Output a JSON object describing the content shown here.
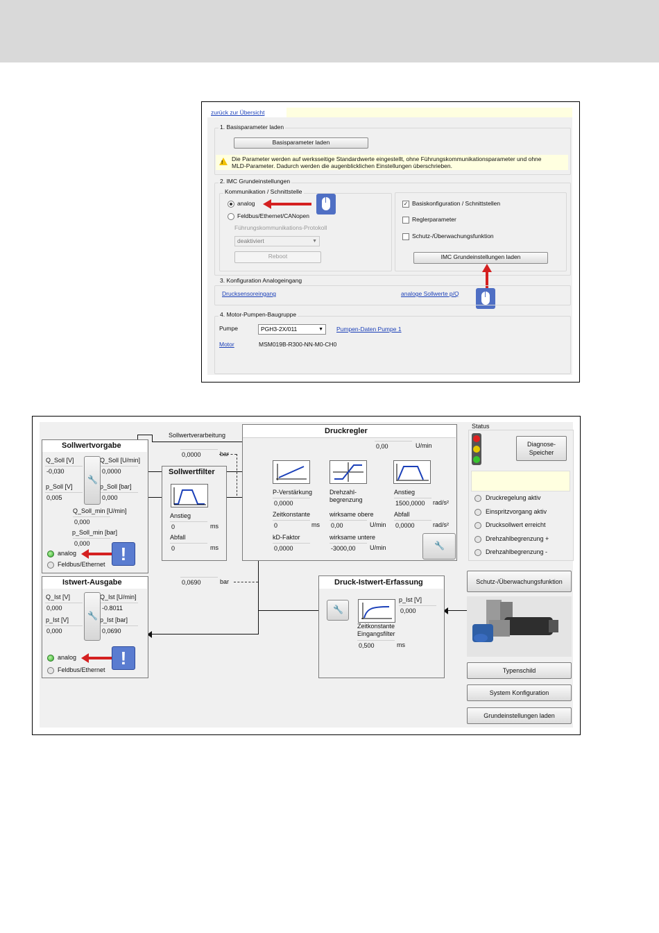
{
  "imc_settings": {
    "back_link": "zurück zur Übersicht",
    "section1": {
      "title": "1. Basisparameter laden",
      "button": "Basisparameter laden",
      "warning_line1": "Die Parameter werden auf werksseitige Standardwerte eingestellt, ohne Führungskommunikationsparameter und ohne",
      "warning_line2": "MLD-Parameter. Dadurch werden die augenblicklichen Einstellungen überschrieben."
    },
    "section2": {
      "title": "2. IMC Grundeinstellungen",
      "comm_group_title": "Kommunikation / Schnittstelle",
      "radio_analog": "analog",
      "radio_fieldbus": "Feldbus/Ethernet/CANopen",
      "protocol_label": "Führungskommunikations-Protokoll",
      "protocol_value": "deaktiviert",
      "reboot_button": "Reboot",
      "chk_basis": "Basiskonfiguration / Schnittstellen",
      "chk_regler": "Reglerparameter",
      "chk_schutz": "Schutz-/Überwachungsfunktion",
      "load_button": "IMC Grundeinstellungen laden"
    },
    "section3": {
      "title": "3.  Konfiguration Analogeingang",
      "link_left": "Drucksensoreingang",
      "link_right": "analoge Sollwerte p/Q"
    },
    "section4": {
      "title": "4. Motor-Pumpen-Baugruppe",
      "pump_label": "Pumpe",
      "pump_value": "PGH3-2X/011",
      "pump_link": "Pumpen-Daten Pumpe 1",
      "motor_link": "Motor",
      "motor_value": "MSM019B-R300-NN-M0-CH0"
    }
  },
  "control_overview": {
    "sollwertvorgabe": {
      "title": "Sollwertvorgabe",
      "q_soll_v_label": "Q_Soll [V]",
      "q_soll_v": "-0,030",
      "q_soll_u_label": "Q_Soll [U/min]",
      "q_soll_u": "0,0000",
      "p_soll_v_label": "p_Soll [V]",
      "p_soll_v": "0,005",
      "p_soll_bar_label": "p_Soll [bar]",
      "p_soll_bar": "0,000",
      "q_soll_min_label": "Q_Soll_min [U/min]",
      "q_soll_min": "0,000",
      "p_soll_min_label": "p_Soll_min [bar]",
      "p_soll_min": "0,000",
      "analog": "analog",
      "fieldbus": "Feldbus/Ethernet"
    },
    "sollwertverarbeitung": {
      "title": "Sollwertverarbeitung",
      "value": "0,0000",
      "unit": "bar"
    },
    "sollwertfilter": {
      "title": "Sollwertfilter",
      "anstieg_label": "Anstieg",
      "anstieg": "0",
      "anstieg_unit": "ms",
      "abfall_label": "Abfall",
      "abfall": "0",
      "abfall_unit": "ms"
    },
    "druckregler": {
      "title": "Druckregler",
      "speed_value": "0,00",
      "speed_unit": "U/min",
      "p_gain_label": "P-Verstärkung",
      "p_gain": "0,0000",
      "time_const_label": "Zeitkonstante",
      "time_const": "0",
      "time_const_unit": "ms",
      "kd_label": "kD-Faktor",
      "kd": "0,0000",
      "limit_label_1": "Drehzahl-",
      "limit_label_2": "begrenzung",
      "upper_label": "wirksame obere",
      "upper": "0,00",
      "upper_unit": "U/min",
      "lower_label": "wirksame untere",
      "lower": "-3000,00",
      "lower_unit": "U/min",
      "rise_label": "Anstieg",
      "rise": "1500,0000",
      "rise_unit": "rad/s²",
      "fall_label": "Abfall",
      "fall": "0,0000",
      "fall_unit": "rad/s²"
    },
    "status": {
      "title": "Status",
      "diag_button_1": "Diagnose-",
      "diag_button_2": "Speicher",
      "items": [
        "Druckregelung aktiv",
        "Einspritzvorgang aktiv",
        "Drucksollwert erreicht",
        "Drehzahlbegrenzung +",
        "Drehzahlbegrenzung -"
      ]
    },
    "istwert_ausgabe": {
      "title": "Istwert-Ausgabe",
      "q_ist_v_label": "Q_Ist [V]",
      "q_ist_v": "0,000",
      "q_ist_u_label": "Q_Ist [U/min]",
      "q_ist_u": "-0.8011",
      "p_ist_v_label": "p_Ist [V]",
      "p_ist_v": "0,000",
      "p_ist_bar_label": "p_Ist [bar]",
      "p_ist_bar": "0,0690",
      "analog": "analog",
      "fieldbus": "Feldbus/Ethernet"
    },
    "feedback": {
      "value": "0,0690",
      "unit": "bar"
    },
    "druck_istwert": {
      "title": "Druck-Istwert-Erfassung",
      "p_ist_v_label": "p_Ist [V]",
      "p_ist_v": "0,000",
      "time_label_1": "Zeitkonstante",
      "time_label_2": "Eingangsfilter",
      "time_value": "0,500",
      "time_unit": "ms"
    },
    "buttons": {
      "schutz": "Schutz-/Überwachungsfunktion",
      "typenschild": "Typenschild",
      "system": "System Konfiguration",
      "grund": "Grundeinstellungen laden"
    }
  }
}
